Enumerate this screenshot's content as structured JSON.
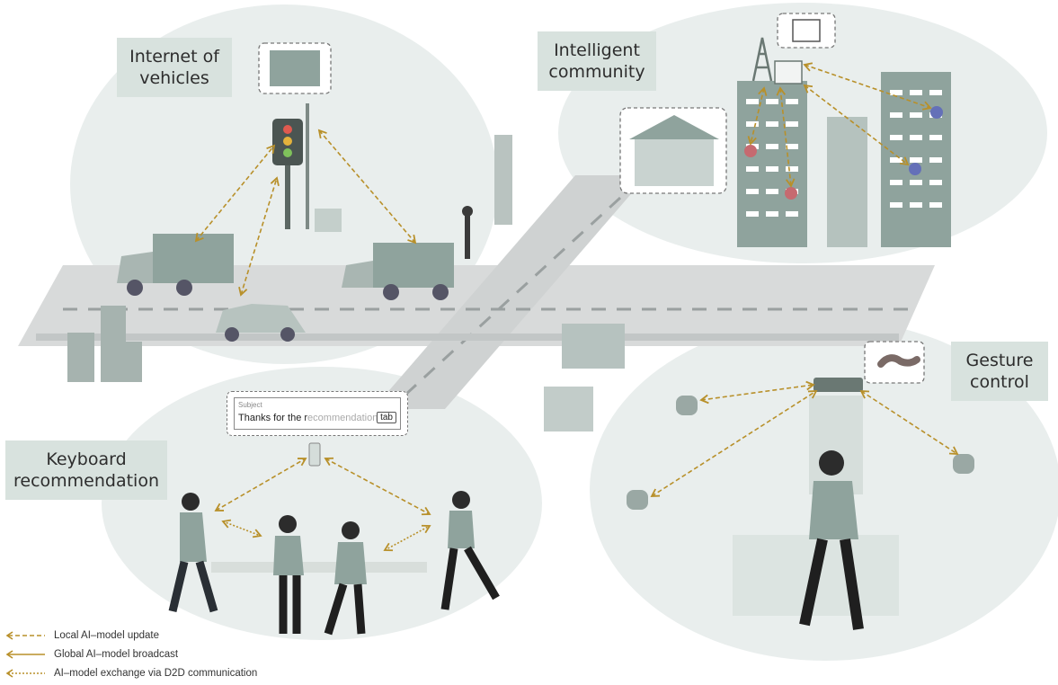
{
  "scenarios": {
    "iov": "Internet of\nvehicles",
    "community": "Intelligent\ncommunity",
    "keyboard": "Keyboard\nrecommendation",
    "gesture": "Gesture\ncontrol"
  },
  "keyboard_card": {
    "subject_label": "Subject",
    "typed_text": "Thanks for the r",
    "suggestion_text": "ecommendation",
    "tab_key": "tab"
  },
  "legend": {
    "local": "Local AI–model update",
    "global": "Global AI–model broadcast",
    "d2d": "AI–model exchange via D2D communication"
  },
  "colors": {
    "arrow": "#b8902a",
    "ellipse": "#e9eeed",
    "building": "#8fa39d",
    "label_bg": "#d8e2de",
    "road": "#d6d8d8",
    "accent_red": "#c66a70",
    "accent_blue": "#6470b8"
  }
}
